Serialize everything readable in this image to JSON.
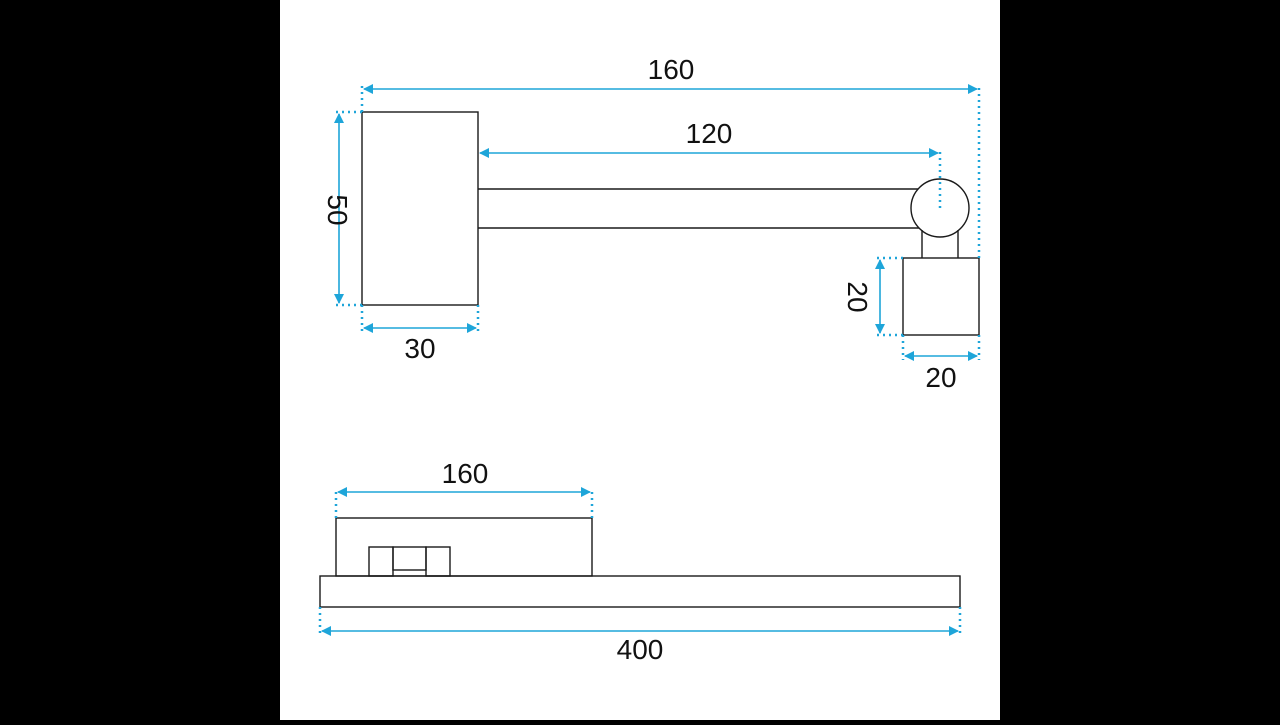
{
  "colors": {
    "background": "#000000",
    "paper": "#ffffff",
    "outline": "#1a1a1a",
    "dimension": "#1ea5d9",
    "label": "#111111"
  },
  "side_view": {
    "overall_length": "160",
    "arm_length": "120",
    "base_height": "50",
    "base_width": "30",
    "head_height": "20",
    "head_width": "20"
  },
  "top_view": {
    "base_length": "160",
    "lamp_length": "400"
  }
}
